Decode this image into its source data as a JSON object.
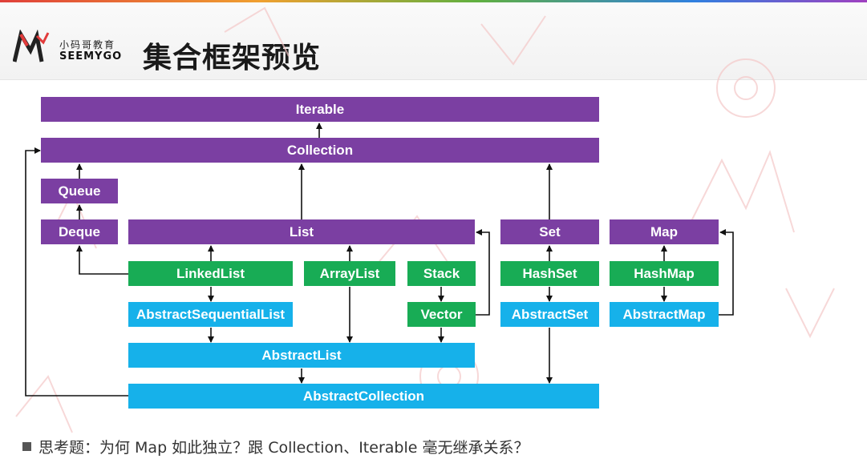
{
  "header": {
    "logo_cn": "小码哥教育",
    "logo_en": "SEEMYGO",
    "title": "集合框架预览"
  },
  "nodes": {
    "iterable": "Iterable",
    "collection": "Collection",
    "queue": "Queue",
    "deque": "Deque",
    "list": "List",
    "set": "Set",
    "map": "Map",
    "linkedlist": "LinkedList",
    "arraylist": "ArrayList",
    "stack": "Stack",
    "hashset": "HashSet",
    "hashmap": "HashMap",
    "abstract_sequential_list": "AbstractSequentialList",
    "vector": "Vector",
    "abstract_set": "AbstractSet",
    "abstract_map": "AbstractMap",
    "abstract_list": "AbstractList",
    "abstract_collection": "AbstractCollection"
  },
  "legend_colors": {
    "interface": "#7b3fa2",
    "concrete_class": "#18ac55",
    "abstract_class": "#16b1ea"
  },
  "footer": {
    "question": "思考题：为何 Map 如此独立？跟 Collection、Iterable 毫无继承关系？"
  }
}
